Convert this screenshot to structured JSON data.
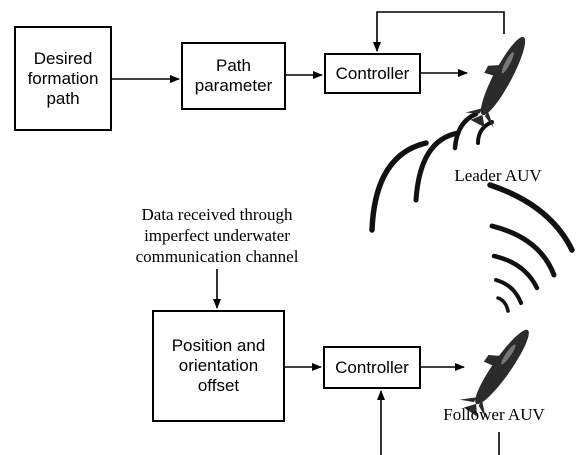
{
  "boxes": {
    "desired_path": "Desired\nformation\npath",
    "path_param": "Path\nparameter",
    "leader_controller": "Controller",
    "position_offset": "Position and\norientation\noffset",
    "follower_controller": "Controller"
  },
  "labels": {
    "leader": "Leader AUV",
    "follower": "Follower AUV",
    "data_received": "Data received through\nimperfect underwater\ncommunication channel"
  },
  "colors": {
    "line": "#000000",
    "auv_body": "#2b2b2b",
    "wave": "#111111"
  }
}
